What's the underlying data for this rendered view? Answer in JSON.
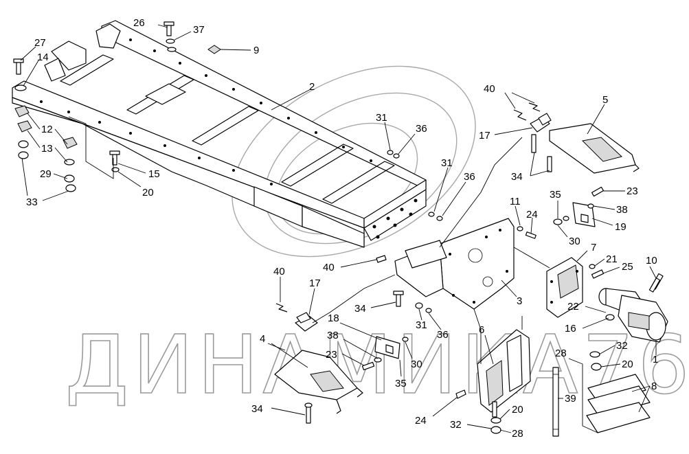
{
  "watermark": {
    "text": "ДИНАМИКА76"
  },
  "callouts": {
    "c1": "1",
    "c2": "2",
    "c3": "3",
    "c4": "4",
    "c5": "5",
    "c6": "6",
    "c7": "7",
    "c8": "8",
    "c9": "9",
    "c10": "10",
    "c11": "11",
    "c12": "12",
    "c13": "13",
    "c14": "14",
    "c15": "15",
    "c16": "16",
    "c17a": "17",
    "c17b": "17",
    "c18": "18",
    "c19": "19",
    "c20a": "20",
    "c20b": "20",
    "c20c": "20",
    "c21": "21",
    "c22": "22",
    "c23a": "23",
    "c23b": "23",
    "c24a": "24",
    "c24b": "24",
    "c25": "25",
    "c26": "26",
    "c27": "27",
    "c28a": "28",
    "c28b": "28",
    "c29": "29",
    "c30a": "30",
    "c30b": "30",
    "c31a": "31",
    "c31b": "31",
    "c31c": "31",
    "c32a": "32",
    "c32b": "32",
    "c33": "33",
    "c34a": "34",
    "c34b": "34",
    "c34c": "34",
    "c35a": "35",
    "c35b": "35",
    "c36a": "36",
    "c36b": "36",
    "c36c": "36",
    "c37": "37",
    "c38a": "38",
    "c38b": "38",
    "c39": "39",
    "c40a": "40",
    "c40b": "40",
    "c40c": "40"
  }
}
